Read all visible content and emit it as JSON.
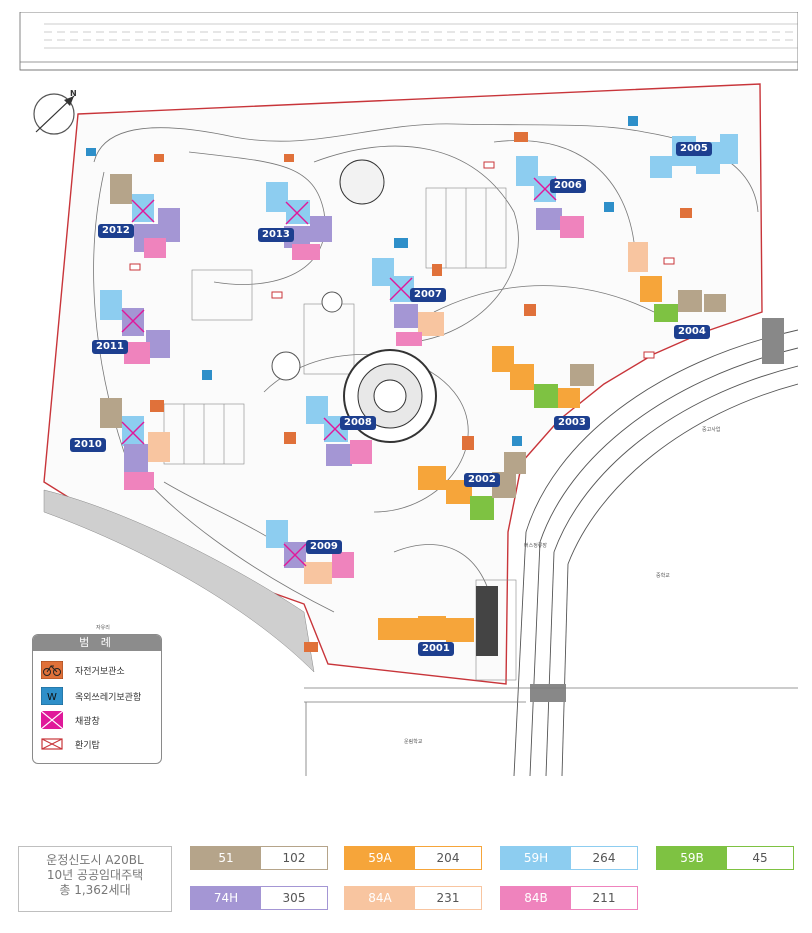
{
  "map": {
    "buildings": [
      {
        "id": "2001"
      },
      {
        "id": "2002"
      },
      {
        "id": "2003"
      },
      {
        "id": "2004"
      },
      {
        "id": "2005"
      },
      {
        "id": "2006"
      },
      {
        "id": "2007"
      },
      {
        "id": "2008"
      },
      {
        "id": "2009"
      },
      {
        "id": "2010"
      },
      {
        "id": "2011"
      },
      {
        "id": "2012"
      },
      {
        "id": "2013"
      }
    ],
    "road_labels": {
      "left": "자유리",
      "right_top": "중고사업",
      "right_mid": "중학교",
      "bottom": "운림학교",
      "bus": "버스정류장"
    }
  },
  "legend": {
    "title": "범 례",
    "items": [
      {
        "label": "자전거보관소",
        "icon": "bicycle-icon",
        "color": "#e0713a"
      },
      {
        "label": "옥외쓰레기보관함",
        "icon": "w-icon",
        "color": "#2e8fc9",
        "glyph": "W"
      },
      {
        "label": "채광창",
        "icon": "skylight-icon",
        "color": "#e0189a"
      },
      {
        "label": "환기탑",
        "icon": "ventilation-tower-icon",
        "color": "#c8353a"
      }
    ]
  },
  "summary": {
    "line1": "운정신도시 A20BL",
    "line2": "10년 공공임대주택",
    "line3": "총 1,362세대"
  },
  "unit_types": [
    {
      "type": "51",
      "count": "102",
      "color": "#b5a48a"
    },
    {
      "type": "59A",
      "count": "204",
      "color": "#f6a53a"
    },
    {
      "type": "59H",
      "count": "264",
      "color": "#8dcdf0"
    },
    {
      "type": "59B",
      "count": "45",
      "color": "#7ec242"
    },
    {
      "type": "74H",
      "count": "305",
      "color": "#a496d4"
    },
    {
      "type": "84A",
      "count": "231",
      "color": "#f8c5a0"
    },
    {
      "type": "84B",
      "count": "211",
      "color": "#ef83bd"
    }
  ]
}
